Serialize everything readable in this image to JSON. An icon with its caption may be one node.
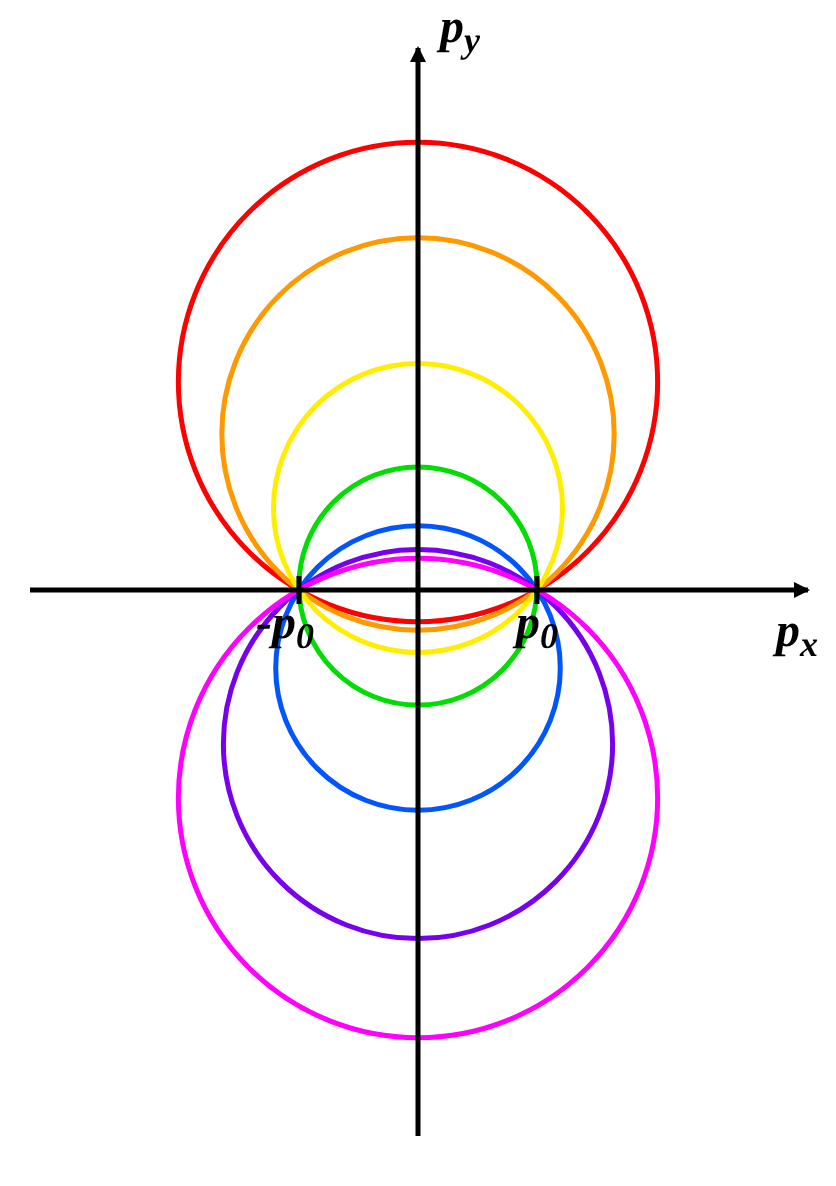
{
  "diagram": {
    "labels": [
      "p$_{y}$",
      "p$_{x}$",
      "-p$_{0}$",
      "p$_{0}$"
    ]
  }
}
